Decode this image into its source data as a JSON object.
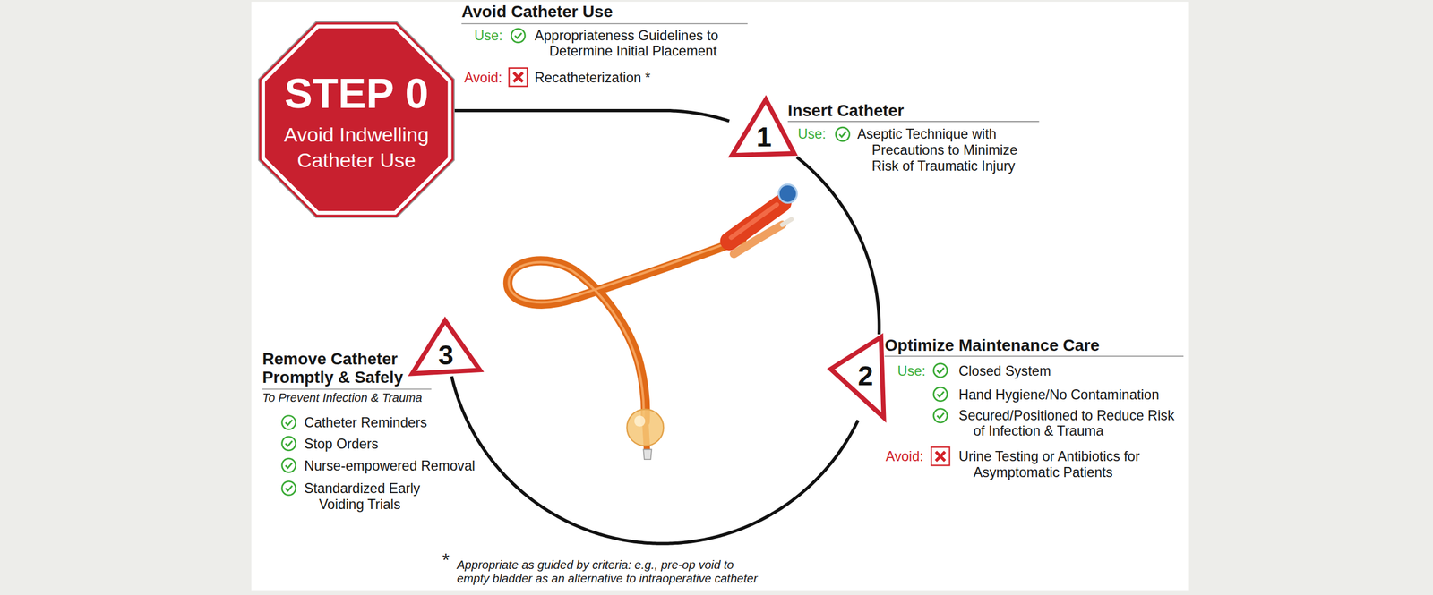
{
  "diagram": {
    "nodes": [
      {
        "text": [
          "STEP 0",
          "Avoid Indwelling Catheter Use"
        ]
      },
      {
        "text": [
          "1"
        ]
      },
      {
        "text": [
          "2"
        ]
      },
      {
        "text": [
          "3"
        ]
      }
    ],
    "edges": [
      {
        "from": 0,
        "to": 1,
        "arrow": "none"
      },
      {
        "from": 1,
        "to": 2,
        "arrow": "none"
      },
      {
        "from": 2,
        "to": 3,
        "arrow": "none"
      }
    ],
    "labels": [
      "Avoid Catheter Use",
      "Use:",
      "Appropriateness Guidelines to Determine Initial Placement",
      "Avoid:",
      "Recatheterization *",
      "Insert Catheter",
      "Use:",
      "Aseptic Technique with Precautions to Minimize Risk of Traumatic Injury",
      "Optimize Maintenance Care",
      "Use:",
      "Closed System",
      "Hand Hygiene/No Contamination",
      "Secured/Positioned to Reduce Risk of Infection & Trauma",
      "Avoid:",
      "Urine Testing or Antibiotics for Asymptomatic Patients",
      "Remove Catheter Promptly & Safely",
      "To Prevent Infection & Trauma",
      "Catheter Reminders",
      "Stop Orders",
      "Nurse-empowered Removal",
      "Standardized Early Voiding Trials",
      "*",
      "Appropriate as guided by criteria: e.g., pre-op void to empty bladder as an alternative to intraoperative catheter"
    ]
  }
}
